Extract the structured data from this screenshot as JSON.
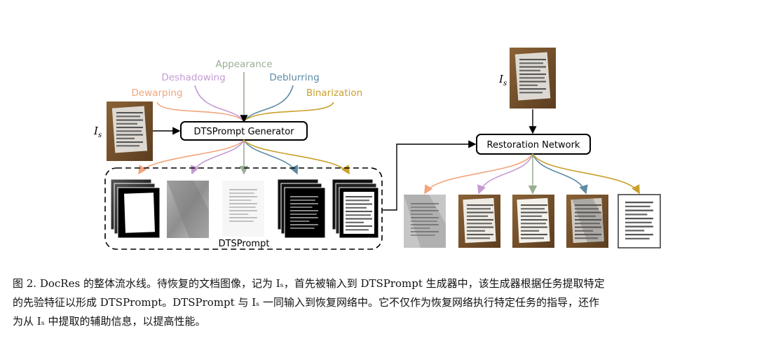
{
  "figure": {
    "tasks": {
      "dewarping": {
        "label": "Dewarping",
        "color": "#f2a57c"
      },
      "deshadowing": {
        "label": "Deshadowing",
        "color": "#c49bd3"
      },
      "appearance": {
        "label": "Appearance",
        "color": "#9aae94"
      },
      "deblurring": {
        "label": "Deblurring",
        "color": "#5d8ba4"
      },
      "binarization": {
        "label": "Binarization",
        "color": "#c9a02a"
      }
    },
    "generator_label": "DTSPrompt Generator",
    "restoration_label": "Restoration Network",
    "dtsprompt_label": "DTSPrompt",
    "input_symbol": "I",
    "input_subscript": "s"
  },
  "caption": {
    "line1": "图 2. DocRes 的整体流水线。待恢复的文档图像，记为 Iₛ，首先被输入到 DTSPrompt 生成器中，该生成器根据任务提取特定",
    "line2": "的先验特征以形成 DTSPrompt。DTSPrompt 与 Iₛ 一同输入到恢复网络中。它不仅作为恢复网络执行特定任务的指导，还作",
    "line3": "为从 Iₛ 中提取的辅助信息，以提高性能。"
  }
}
